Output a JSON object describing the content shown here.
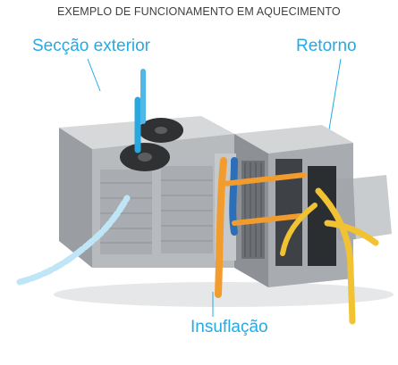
{
  "title": "EXEMPLO DE FUNCIONAMENTO EM AQUECIMENTO",
  "labels": {
    "exterior": "Secção exterior",
    "retorno": "Retorno",
    "insuflacao": "Insuflação"
  },
  "colors": {
    "label": "#27a9e1",
    "title": "#3f3f3f",
    "cold_air": "#bfe6f7",
    "exhaust_air": "#29a8e0",
    "warm_air": "#f39c2e",
    "return_air": "#f1c232",
    "unit_body": "#b8bbbe"
  }
}
